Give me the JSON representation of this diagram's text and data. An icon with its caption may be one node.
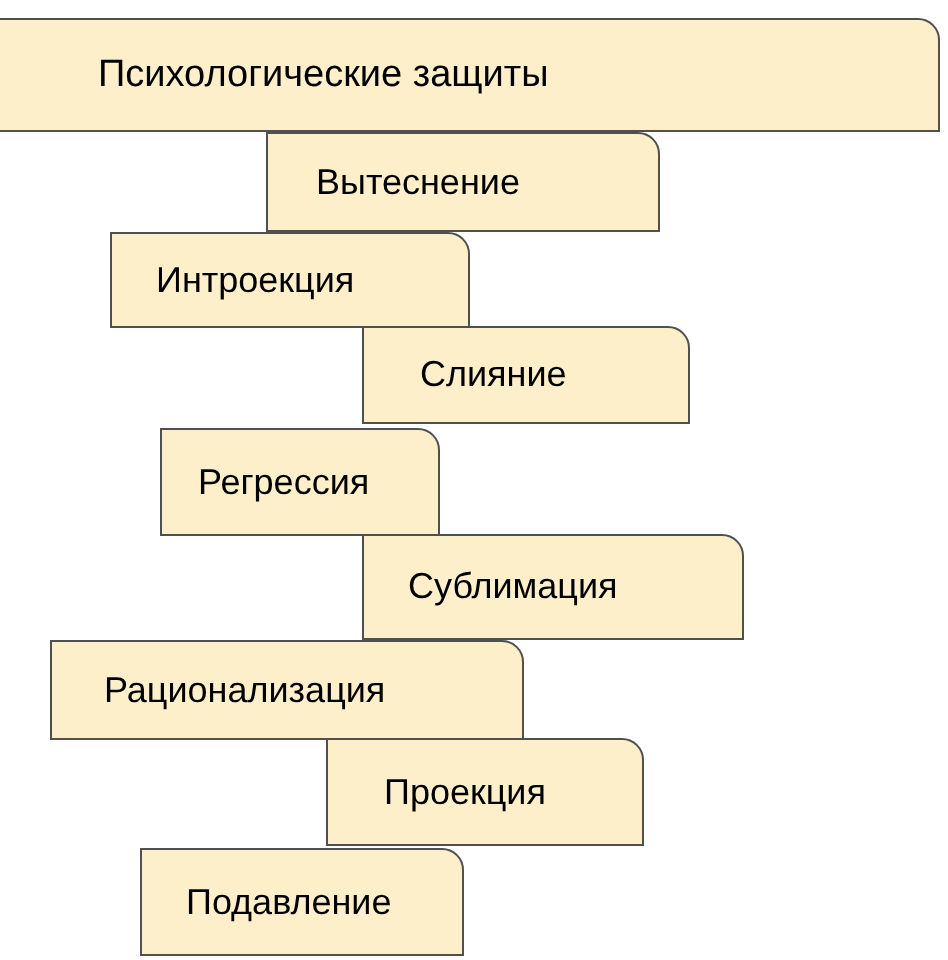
{
  "diagram": {
    "nodes": [
      {
        "text": [
          "Психологические защиты"
        ]
      },
      {
        "text": [
          "Вытеснение"
        ]
      },
      {
        "text": [
          "Интроекция"
        ]
      },
      {
        "text": [
          "Слияние"
        ]
      },
      {
        "text": [
          "Регрессия"
        ]
      },
      {
        "text": [
          "Сублимация"
        ]
      },
      {
        "text": [
          "Рационализация"
        ]
      },
      {
        "text": [
          "Проекция"
        ]
      },
      {
        "text": [
          "Подавление"
        ]
      }
    ]
  }
}
